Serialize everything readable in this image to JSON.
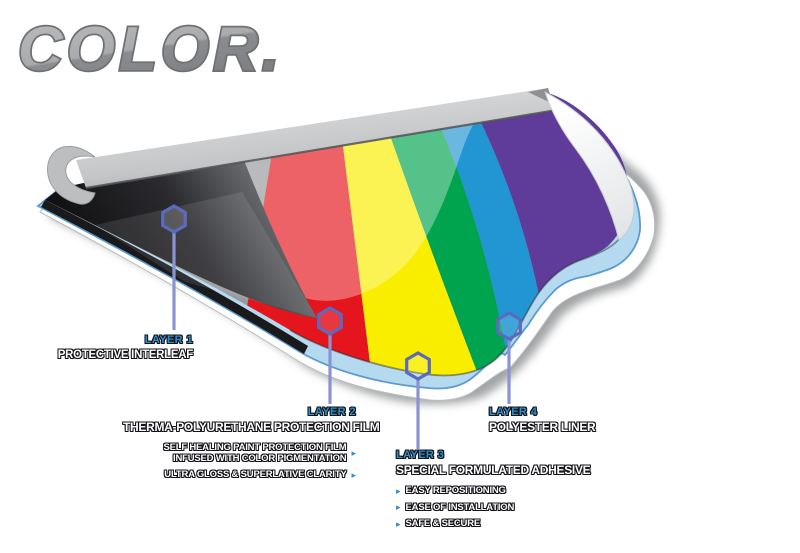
{
  "logo": {
    "text": "COLOR."
  },
  "bullet_glyph": "▸",
  "palette": {
    "label_blue": "#2e8fc8",
    "marker_outline": "#5a6bbf",
    "leader_line": "#8a94d2",
    "stripe_gray": "#97999c",
    "stripe_red": "#e4151d",
    "stripe_yellow": "#f9ee00",
    "stripe_green": "#00a44f",
    "stripe_blue": "#2196d3",
    "stripe_purple": "#5f3c99",
    "liner_blue": "#b5d9ef",
    "liner_edge_blue": "#5b9bd0",
    "interleaf_dark": "#141417",
    "interleaf_band_gray": "#c3c5c7"
  },
  "layer1": {
    "label": "LAYER 1",
    "title": "PROTECTIVE INTERLEAF"
  },
  "layer2": {
    "label": "LAYER 2",
    "title": "THERMA-POLYURETHANE PROTECTION FILM",
    "items": [
      {
        "lines": [
          "SELF HEALING PAINT PROTECTION FILM",
          "INFUSED WITH COLOR PIGMENTATION"
        ]
      },
      {
        "lines": [
          "ULTRA GLOSS & SUPERLATIVE CLARITY"
        ]
      }
    ]
  },
  "layer3": {
    "label": "LAYER 3",
    "title": "SPECIAL FORMULATED ADHESIVE",
    "items": [
      "EASY REPOSITIONING",
      "EASE OF INSTALLATION",
      "SAFE & SECURE"
    ]
  },
  "layer4": {
    "label": "LAYER 4",
    "title": "POLYESTER LINER"
  }
}
